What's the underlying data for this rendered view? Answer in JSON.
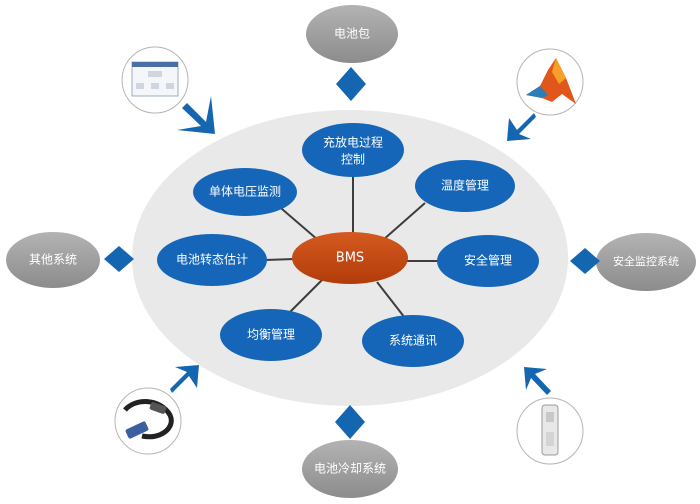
{
  "center": {
    "label": "BMS"
  },
  "functions": [
    {
      "id": "charge",
      "line1": "充放电过程",
      "line2": "控制"
    },
    {
      "id": "cell-voltage",
      "line1": "单体电压监测",
      "line2": ""
    },
    {
      "id": "temperature",
      "line1": "温度管理",
      "line2": ""
    },
    {
      "id": "soc",
      "line1": "电池转态估计",
      "line2": ""
    },
    {
      "id": "safety",
      "line1": "安全管理",
      "line2": ""
    },
    {
      "id": "balance",
      "line1": "均衡管理",
      "line2": ""
    },
    {
      "id": "comm",
      "line1": "系统通讯",
      "line2": ""
    }
  ],
  "externals": {
    "top": "电池包",
    "left": "其他系统",
    "right": "安全监控系统",
    "bottom": "电池冷却系统"
  },
  "colors": {
    "node_fill": "#1565b8",
    "center_fill": "#c1440e",
    "ellipse_fill": "#e9e9e9",
    "outer_fill": "#9a9a9a",
    "arrow_fill": "#1566b0",
    "connector": "#3d3d3d"
  },
  "icons": {
    "top_left": "software-screenshot-icon",
    "top_right": "matlab-logo-icon",
    "bottom_left": "cable-connector-icon",
    "bottom_right": "sensor-device-icon"
  }
}
